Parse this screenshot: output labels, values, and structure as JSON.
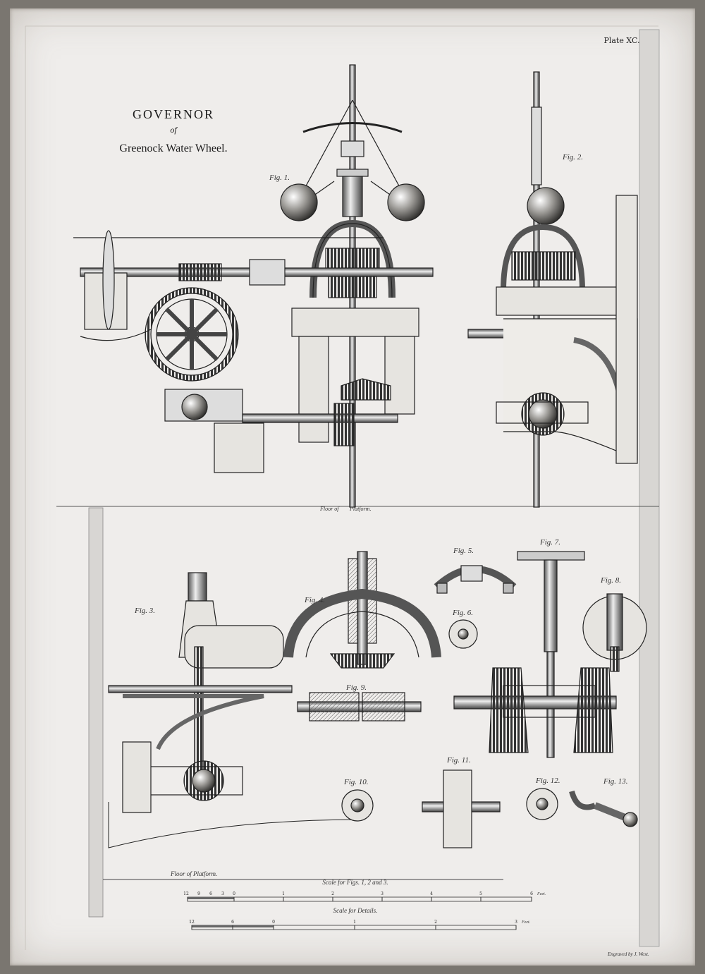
{
  "plate": "Plate XC.",
  "title": {
    "line1": "GOVERNOR",
    "line2": "of",
    "line3": "Greenock Water Wheel."
  },
  "figures": [
    "Fig. 1.",
    "Fig. 2.",
    "Fig. 3.",
    "Fig. 4.",
    "Fig. 5.",
    "Fig. 6.",
    "Fig. 7.",
    "Fig. 8.",
    "Fig. 9.",
    "Fig. 10.",
    "Fig. 11.",
    "Fig. 12.",
    "Fig. 13."
  ],
  "floor_top": {
    "line1": "Floor of",
    "line2": "Platform."
  },
  "floor_bottom": "Floor of Platform.",
  "scale_main": {
    "label": "Scale for Figs. 1, 2 and 3.",
    "ticks": [
      "12",
      "9",
      "6",
      "3",
      "0",
      "1",
      "2",
      "3",
      "4",
      "5",
      "6"
    ],
    "unit": "Feet."
  },
  "scale_details": {
    "label": "Scale for Details.",
    "ticks": [
      "12",
      "6",
      "0",
      "1",
      "2",
      "3"
    ],
    "unit": "Feet."
  },
  "engraver": "Engraved by J. West."
}
